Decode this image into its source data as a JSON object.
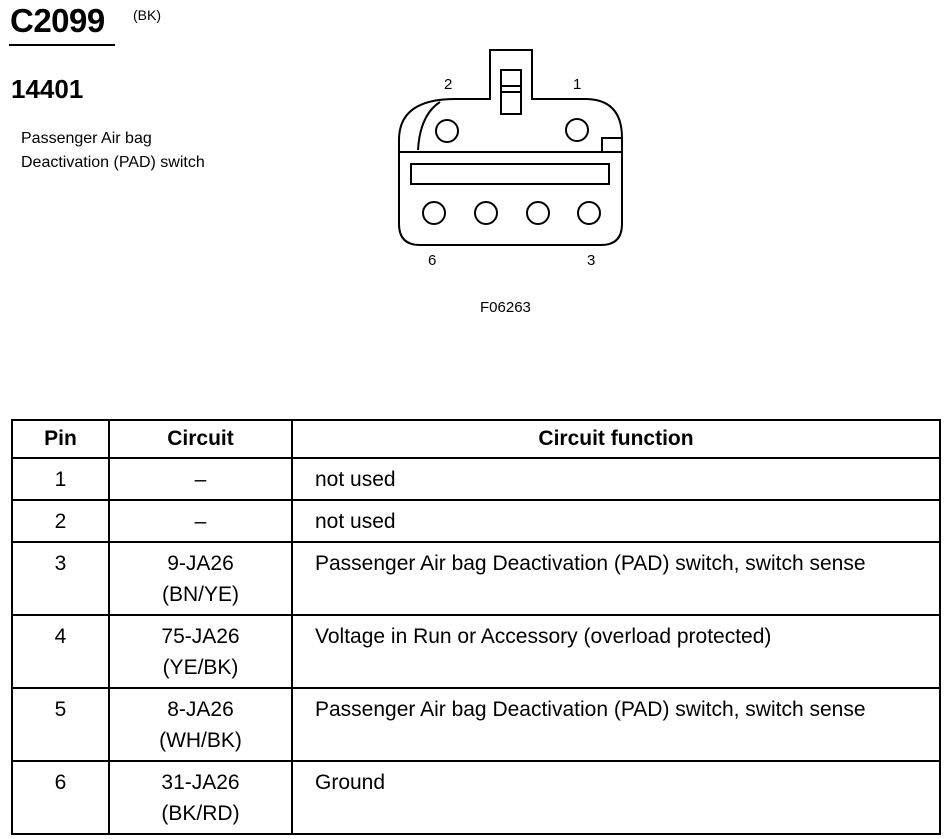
{
  "header": {
    "connector_id": "C2099",
    "connector_color": "(BK)",
    "part_number": "14401",
    "description": "Passenger Air bag Deactivation (PAD) switch"
  },
  "diagram": {
    "pin_labels": {
      "top_left": "2",
      "top_right": "1",
      "bottom_left": "6",
      "bottom_right": "3"
    },
    "figure_id": "F06263"
  },
  "table": {
    "headers": [
      "Pin",
      "Circuit",
      "Circuit function"
    ],
    "rows": [
      {
        "pin": "1",
        "circuit": "–",
        "circuit_color": "",
        "function": "not used"
      },
      {
        "pin": "2",
        "circuit": "–",
        "circuit_color": "",
        "function": "not used"
      },
      {
        "pin": "3",
        "circuit": "9-JA26",
        "circuit_color": "(BN/YE)",
        "function": "Passenger Air bag Deactivation (PAD) switch, switch sense"
      },
      {
        "pin": "4",
        "circuit": "75-JA26",
        "circuit_color": "(YE/BK)",
        "function": "Voltage in Run or Accessory (overload protected)"
      },
      {
        "pin": "5",
        "circuit": "8-JA26",
        "circuit_color": "(WH/BK)",
        "function": "Passenger Air bag Deactivation (PAD) switch, switch sense"
      },
      {
        "pin": "6",
        "circuit": "31-JA26",
        "circuit_color": "(BK/RD)",
        "function": "Ground"
      }
    ]
  }
}
